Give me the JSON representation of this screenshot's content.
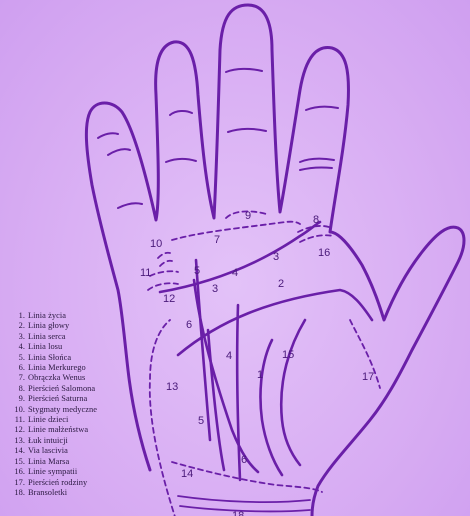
{
  "colors": {
    "background": "#d9aef5",
    "ink": "#6a1fa8"
  },
  "legend": [
    {
      "n": "1.",
      "label": "Linia życia"
    },
    {
      "n": "2.",
      "label": "Linia głowy"
    },
    {
      "n": "3.",
      "label": "Linia serca"
    },
    {
      "n": "4.",
      "label": "Linia losu"
    },
    {
      "n": "5.",
      "label": "Linia Słońca"
    },
    {
      "n": "6.",
      "label": "Linia Merkurego"
    },
    {
      "n": "7.",
      "label": "Obrączka Wenus"
    },
    {
      "n": "8.",
      "label": "Pierścień Salomona"
    },
    {
      "n": "9.",
      "label": "Pierścień Saturna"
    },
    {
      "n": "10.",
      "label": "Stygmaty medyczne"
    },
    {
      "n": "11.",
      "label": "Linie dzieci"
    },
    {
      "n": "12.",
      "label": "Linie małżeństwa"
    },
    {
      "n": "13.",
      "label": "Łuk intuicji"
    },
    {
      "n": "14.",
      "label": "Via lascivia"
    },
    {
      "n": "15.",
      "label": "Linia Marsa"
    },
    {
      "n": "16.",
      "label": "Linie sympatii"
    },
    {
      "n": "17.",
      "label": "Pierścień rodziny"
    },
    {
      "n": "18.",
      "label": "Bransoletki"
    }
  ],
  "markers": [
    "1",
    "2",
    "3",
    "3",
    "4",
    "4",
    "5",
    "5",
    "6",
    "6",
    "7",
    "8",
    "9",
    "10",
    "11",
    "12",
    "13",
    "14",
    "15",
    "16",
    "17",
    "18"
  ]
}
